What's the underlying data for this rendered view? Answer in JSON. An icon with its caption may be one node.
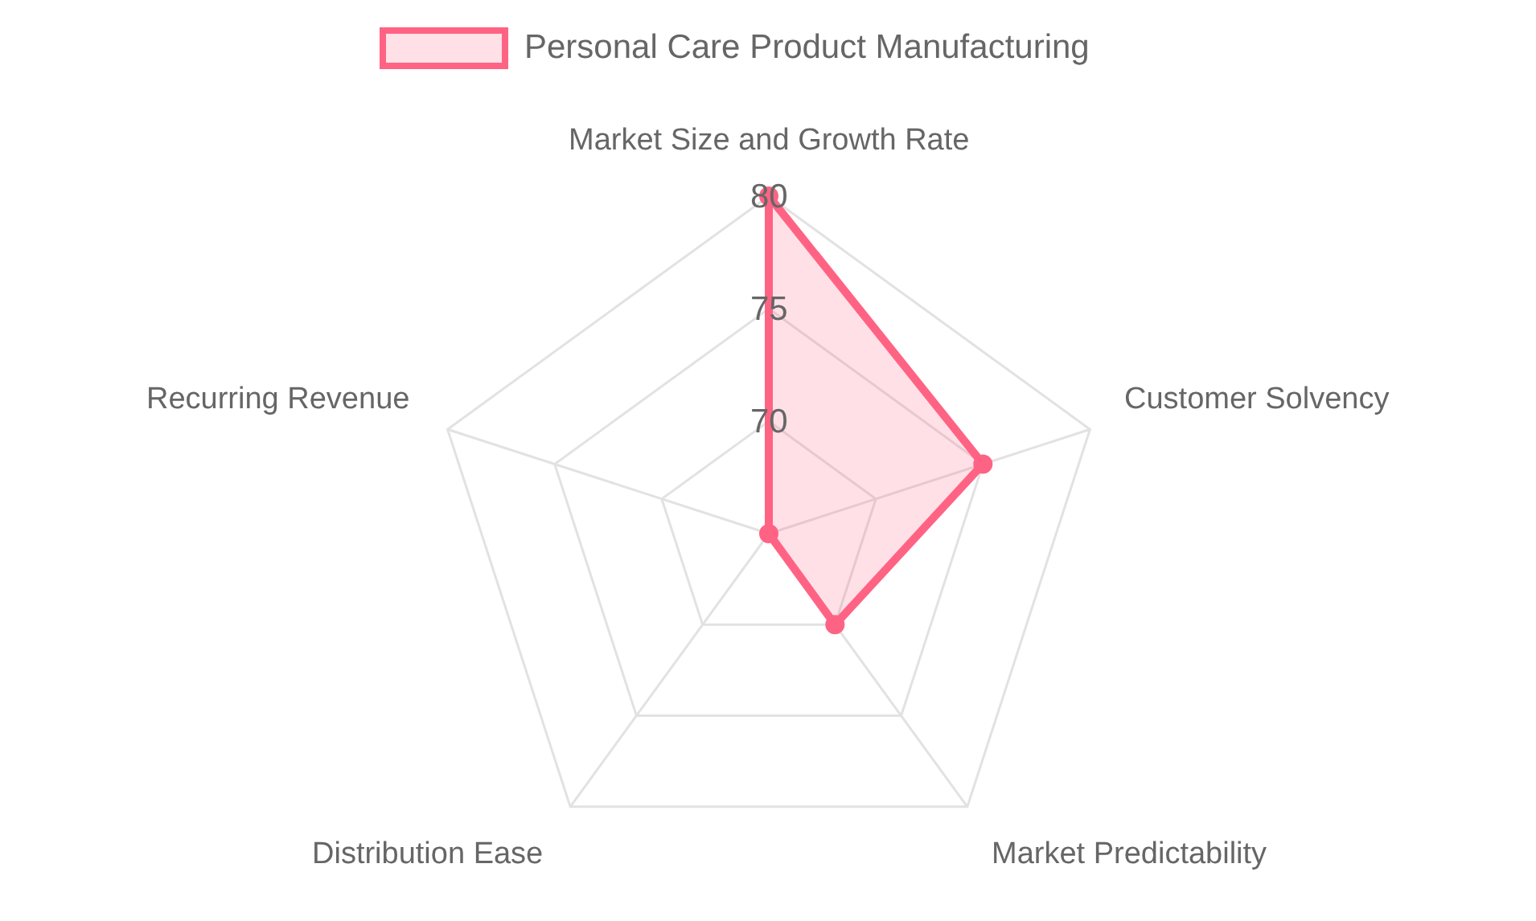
{
  "diagram": {
    "labels": [
      "Market Size and Growth Rate",
      "80",
      "75",
      "Recurring Revenue",
      "Customer Solvency",
      "70",
      "Distribution Ease",
      "Market Predictability"
    ],
    "legend": [
      {
        "text": "Personal Care Product Manufacturing",
        "color": "#ff6384"
      }
    ]
  }
}
